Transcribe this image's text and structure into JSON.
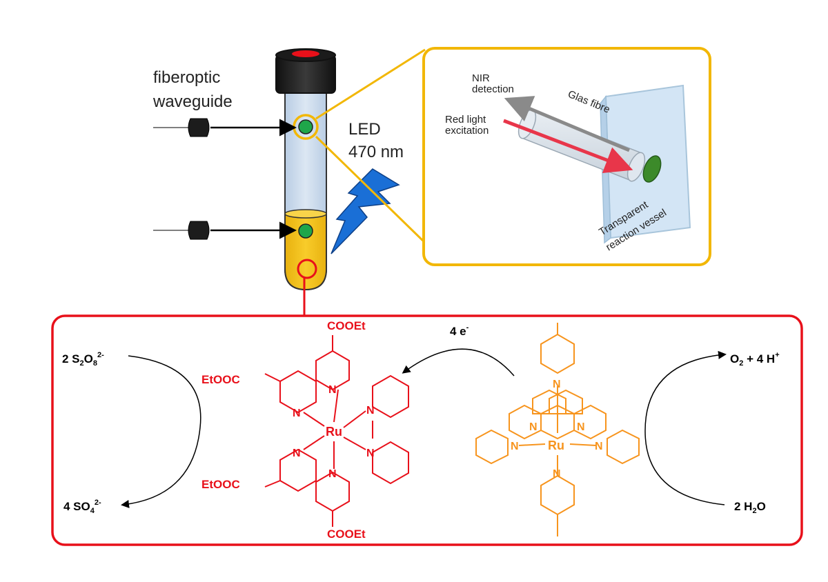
{
  "setup": {
    "fiber_label_line1": "fiberoptic",
    "fiber_label_line2": "waveguide",
    "led_label_line1": "LED",
    "led_label_line2": "470 nm"
  },
  "inset": {
    "nir_line1": "NIR",
    "nir_line2": "detection",
    "red_line1": "Red light",
    "red_line2": "excitation",
    "fibre_label": "Glas fibre",
    "vessel_line1": "Transparent",
    "vessel_line2": "reaction vessel"
  },
  "reaction": {
    "left_top": "2 S2O82-",
    "left_bottom": "4 SO42-",
    "right_top": "O2 + 4 H+",
    "right_bottom": "2 H2O",
    "electron_transfer": "4 e-"
  },
  "photosensitizer": {
    "metal": "Ru",
    "nitrogen": "N",
    "ester_top": "COOEt",
    "ester_bottom": "COOEt",
    "ester_left_top": "EtOOC",
    "ester_left_bottom": "EtOOC"
  },
  "catalyst": {
    "metal": "Ru",
    "nitrogen": "N"
  },
  "colors": {
    "photosensitizer": "#e8101a",
    "catalyst": "#f7941d",
    "inset_border": "#f2b705",
    "solution": "#f5c518",
    "led": "#1a6fd6",
    "sensor_spot": "#1fa64a"
  }
}
